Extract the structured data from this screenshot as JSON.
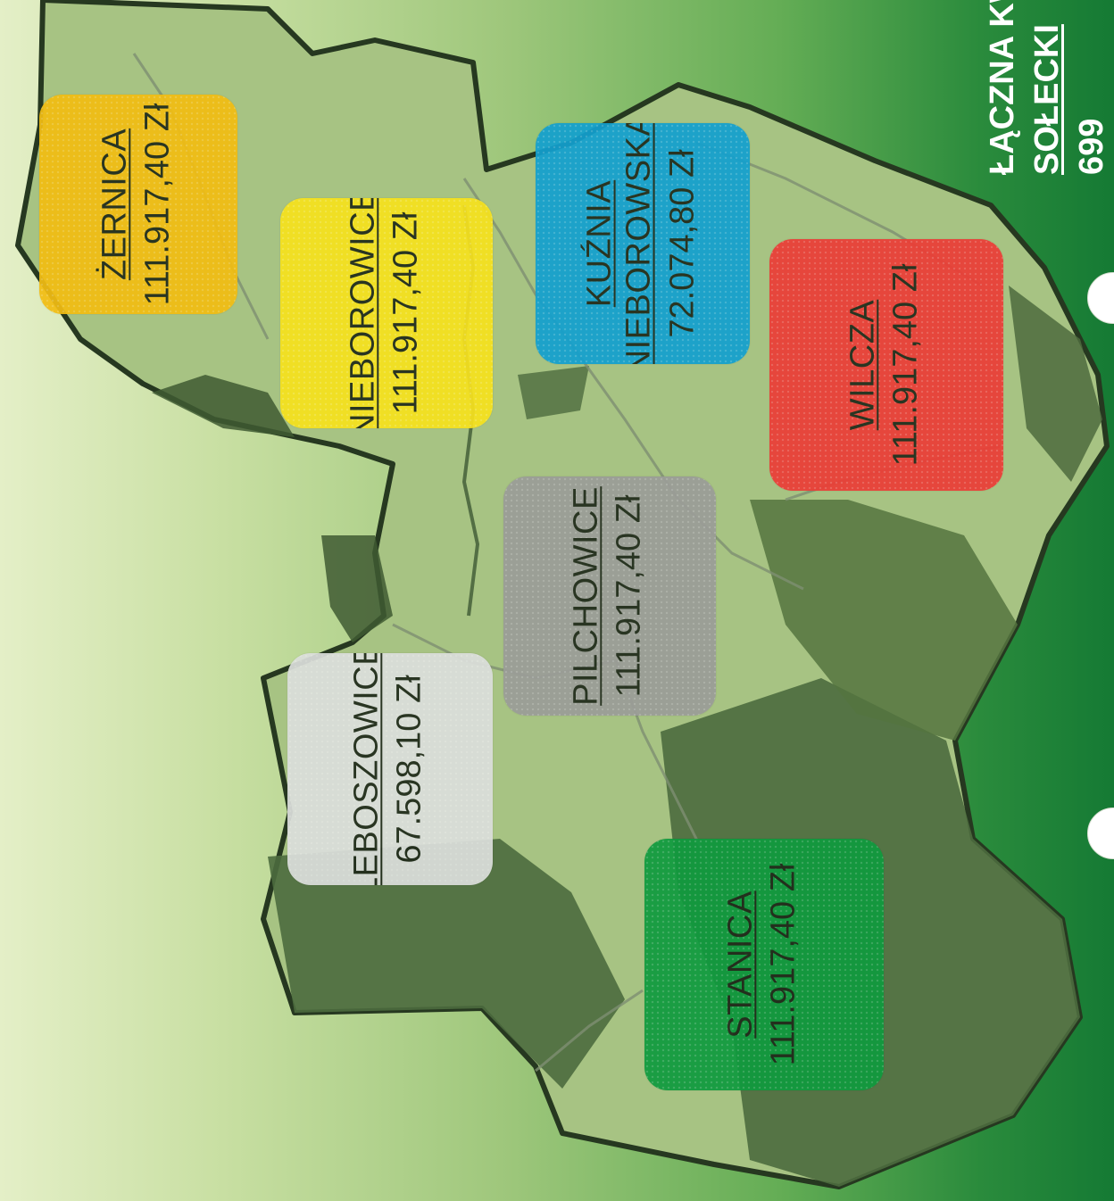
{
  "header": {
    "line1": "ŁĄCZNA KW",
    "line2": "SOŁECKI",
    "line3": "699"
  },
  "regions": [
    {
      "key": "zernica",
      "name": "ŻERNICA",
      "amount": "111.917,40 Zł",
      "color": "#f2bd12"
    },
    {
      "key": "niebrowice",
      "name": "NIEBOROWICE",
      "amount": "111.917,40 Zł",
      "color": "#f7e21d"
    },
    {
      "key": "kuznia",
      "name": "KUŹNIA NIEBOROWSKA",
      "name_line1": "KUŹNIA",
      "name_line2": "NIEBOROWSKA",
      "amount": "72.074,80 Zł",
      "color": "#12a0cf"
    },
    {
      "key": "wilcza",
      "name": "WILCZA",
      "amount": "111.917,40 Zł",
      "color": "#ec3c36"
    },
    {
      "key": "pilchowice",
      "name": "PILCHOWICE",
      "amount": "111.917,40 Zł",
      "color": "#9b9d98"
    },
    {
      "key": "leboszowice",
      "name": "LEBOSZOWICE",
      "amount": "67.598,10 Zł",
      "color": "#dcdfdc"
    },
    {
      "key": "stanica",
      "name": "STANICA",
      "amount": "111.917,40 Zł",
      "color": "#0f9a3e"
    }
  ],
  "colors": {
    "map_fill": "#a3bf7e",
    "forest": "#4f6e3f",
    "boundary": "#263820",
    "header_text": "#ffffff"
  }
}
